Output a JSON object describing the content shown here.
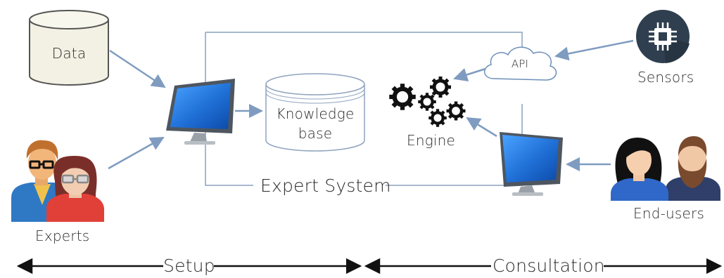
{
  "diagram": {
    "system_label": "Expert System",
    "nodes": {
      "data": "Data",
      "knowledge_base": "Knowledge base",
      "engine": "Engine",
      "api": "API",
      "sensors": "Sensors",
      "experts": "Experts",
      "end_users": "End-users"
    },
    "phases": {
      "setup": "Setup",
      "consultation": "Consultation"
    },
    "colors": {
      "arrow": "#7f9cc0",
      "frame": "#8aa0bf",
      "monitor_screen": "#1f6fd6",
      "monitor_frame": "#5c6470",
      "sensor_badge": "#2f3f4f",
      "cylinder_fill": "#f4f2e6",
      "expert_blue": "#2f78c4",
      "expert_red": "#e0403a",
      "user_blue": "#2f68c8",
      "beard_brown": "#7a4a2e"
    }
  }
}
